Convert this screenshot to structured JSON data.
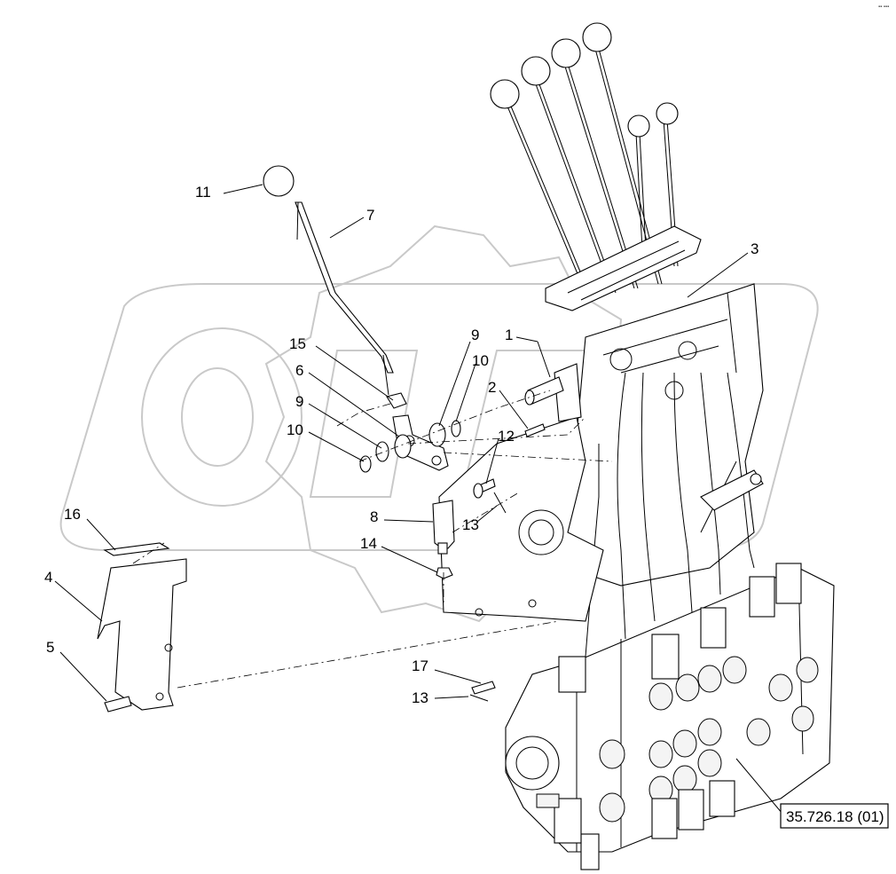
{
  "diagram": {
    "callouts": [
      {
        "id": "c11",
        "label": "11"
      },
      {
        "id": "c7",
        "label": "7"
      },
      {
        "id": "c3",
        "label": "3"
      },
      {
        "id": "c15",
        "label": "15"
      },
      {
        "id": "c9a",
        "label": "9"
      },
      {
        "id": "c1",
        "label": "1"
      },
      {
        "id": "c10a",
        "label": "10"
      },
      {
        "id": "c6",
        "label": "6"
      },
      {
        "id": "c2",
        "label": "2"
      },
      {
        "id": "c9b",
        "label": "9"
      },
      {
        "id": "c10b",
        "label": "10"
      },
      {
        "id": "c12",
        "label": "12"
      },
      {
        "id": "c16",
        "label": "16"
      },
      {
        "id": "c8",
        "label": "8"
      },
      {
        "id": "c13a",
        "label": "13"
      },
      {
        "id": "c14",
        "label": "14"
      },
      {
        "id": "c4",
        "label": "4"
      },
      {
        "id": "c5",
        "label": "5"
      },
      {
        "id": "c17",
        "label": "17"
      },
      {
        "id": "c13b",
        "label": "13"
      }
    ],
    "reference_box": "35.726.18 (01)",
    "corner_mark": "▪▪ ▪▪▪",
    "icons": [
      "gear-watermark-icon",
      "ball-knob-icon",
      "lever-rod-icon",
      "control-valve-block-icon"
    ]
  }
}
